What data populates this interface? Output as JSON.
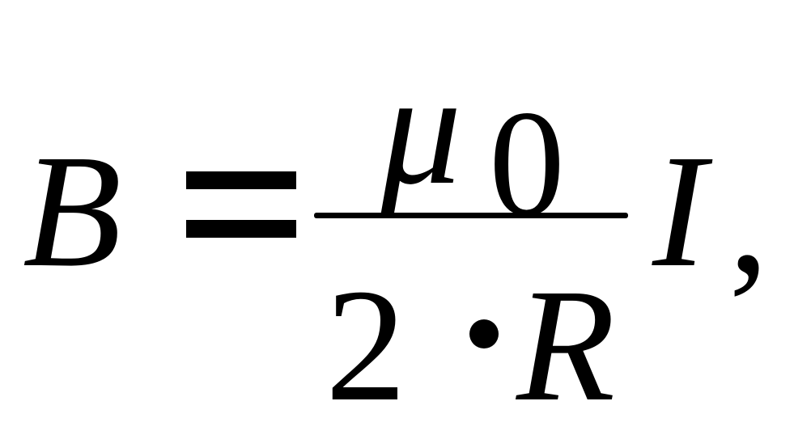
{
  "formula": {
    "lhs": "B",
    "equals": "=",
    "numerator": {
      "symbol": "μ",
      "subscript": "0"
    },
    "denominator": {
      "factor": "2",
      "operator": "·",
      "variable": "R"
    },
    "multiplier": "I",
    "trailing_punctuation": ","
  }
}
